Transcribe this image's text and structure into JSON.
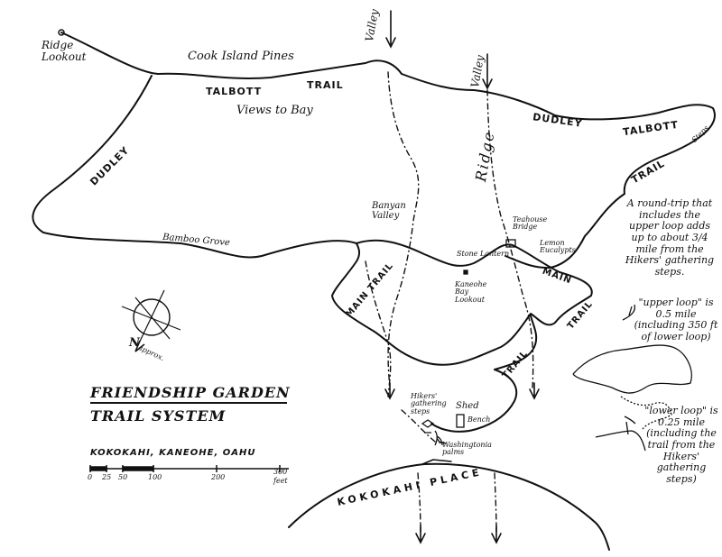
{
  "map": {
    "title": "Friendship Garden",
    "subtitle": "Trail System",
    "location": "Kokokahi, Kaneohe, Oahu",
    "scale_ticks": [
      "0",
      "25",
      "50",
      "100",
      "200",
      "300"
    ],
    "scale_unit": "feet",
    "north_label": "N",
    "north_sub": "approx."
  },
  "labels": {
    "ridge_lookout": "Ridge Lookout",
    "cook_island_pines": "Cook Island Pines",
    "valley_left": "Valley",
    "valley_right": "Valley",
    "talbott_top": "TALBOTT",
    "trail_top": "TRAIL",
    "views_to_bay": "Views to Bay",
    "dudley_left": "DUDLEY",
    "dudley_right": "DUDLEY",
    "talbott_right": "TALBOTT",
    "steps": "Steps",
    "trail_right": "TRAIL",
    "ridge": "Ridge",
    "banyan_valley": "Banyan Valley",
    "bamboo_grove": "Bamboo Grove",
    "teahouse_bridge": "Teahouse Bridge",
    "stone_lantern": "Stone Lantern",
    "lemon_eucalypts": "Lemon Eucalypts",
    "kaneohe_bay_lookout": "Kaneohe Bay Lookout",
    "main_trail_left": "MAIN TRAIL",
    "main_right": "MAIN",
    "trail_lower_right": "TRAIL",
    "trail_center": "TRAIL",
    "hikers_steps": "Hikers' gathering steps",
    "shed": "Shed",
    "bench": "Bench",
    "washingtonia_palms": "Washingtonia palms",
    "kokokahi_place": "KOKOKAHI PLACE"
  },
  "notes": {
    "round_trip": "A round-trip that includes the upper loop adds up to about 3/4 mile from the Hikers' gathering steps.",
    "upper_loop": "\"upper loop\" is 0.5 mile (including 350 ft of lower loop)",
    "lower_loop": "\"lower loop\" is 0.25 mile (including the trail from the Hikers' gathering steps)"
  }
}
